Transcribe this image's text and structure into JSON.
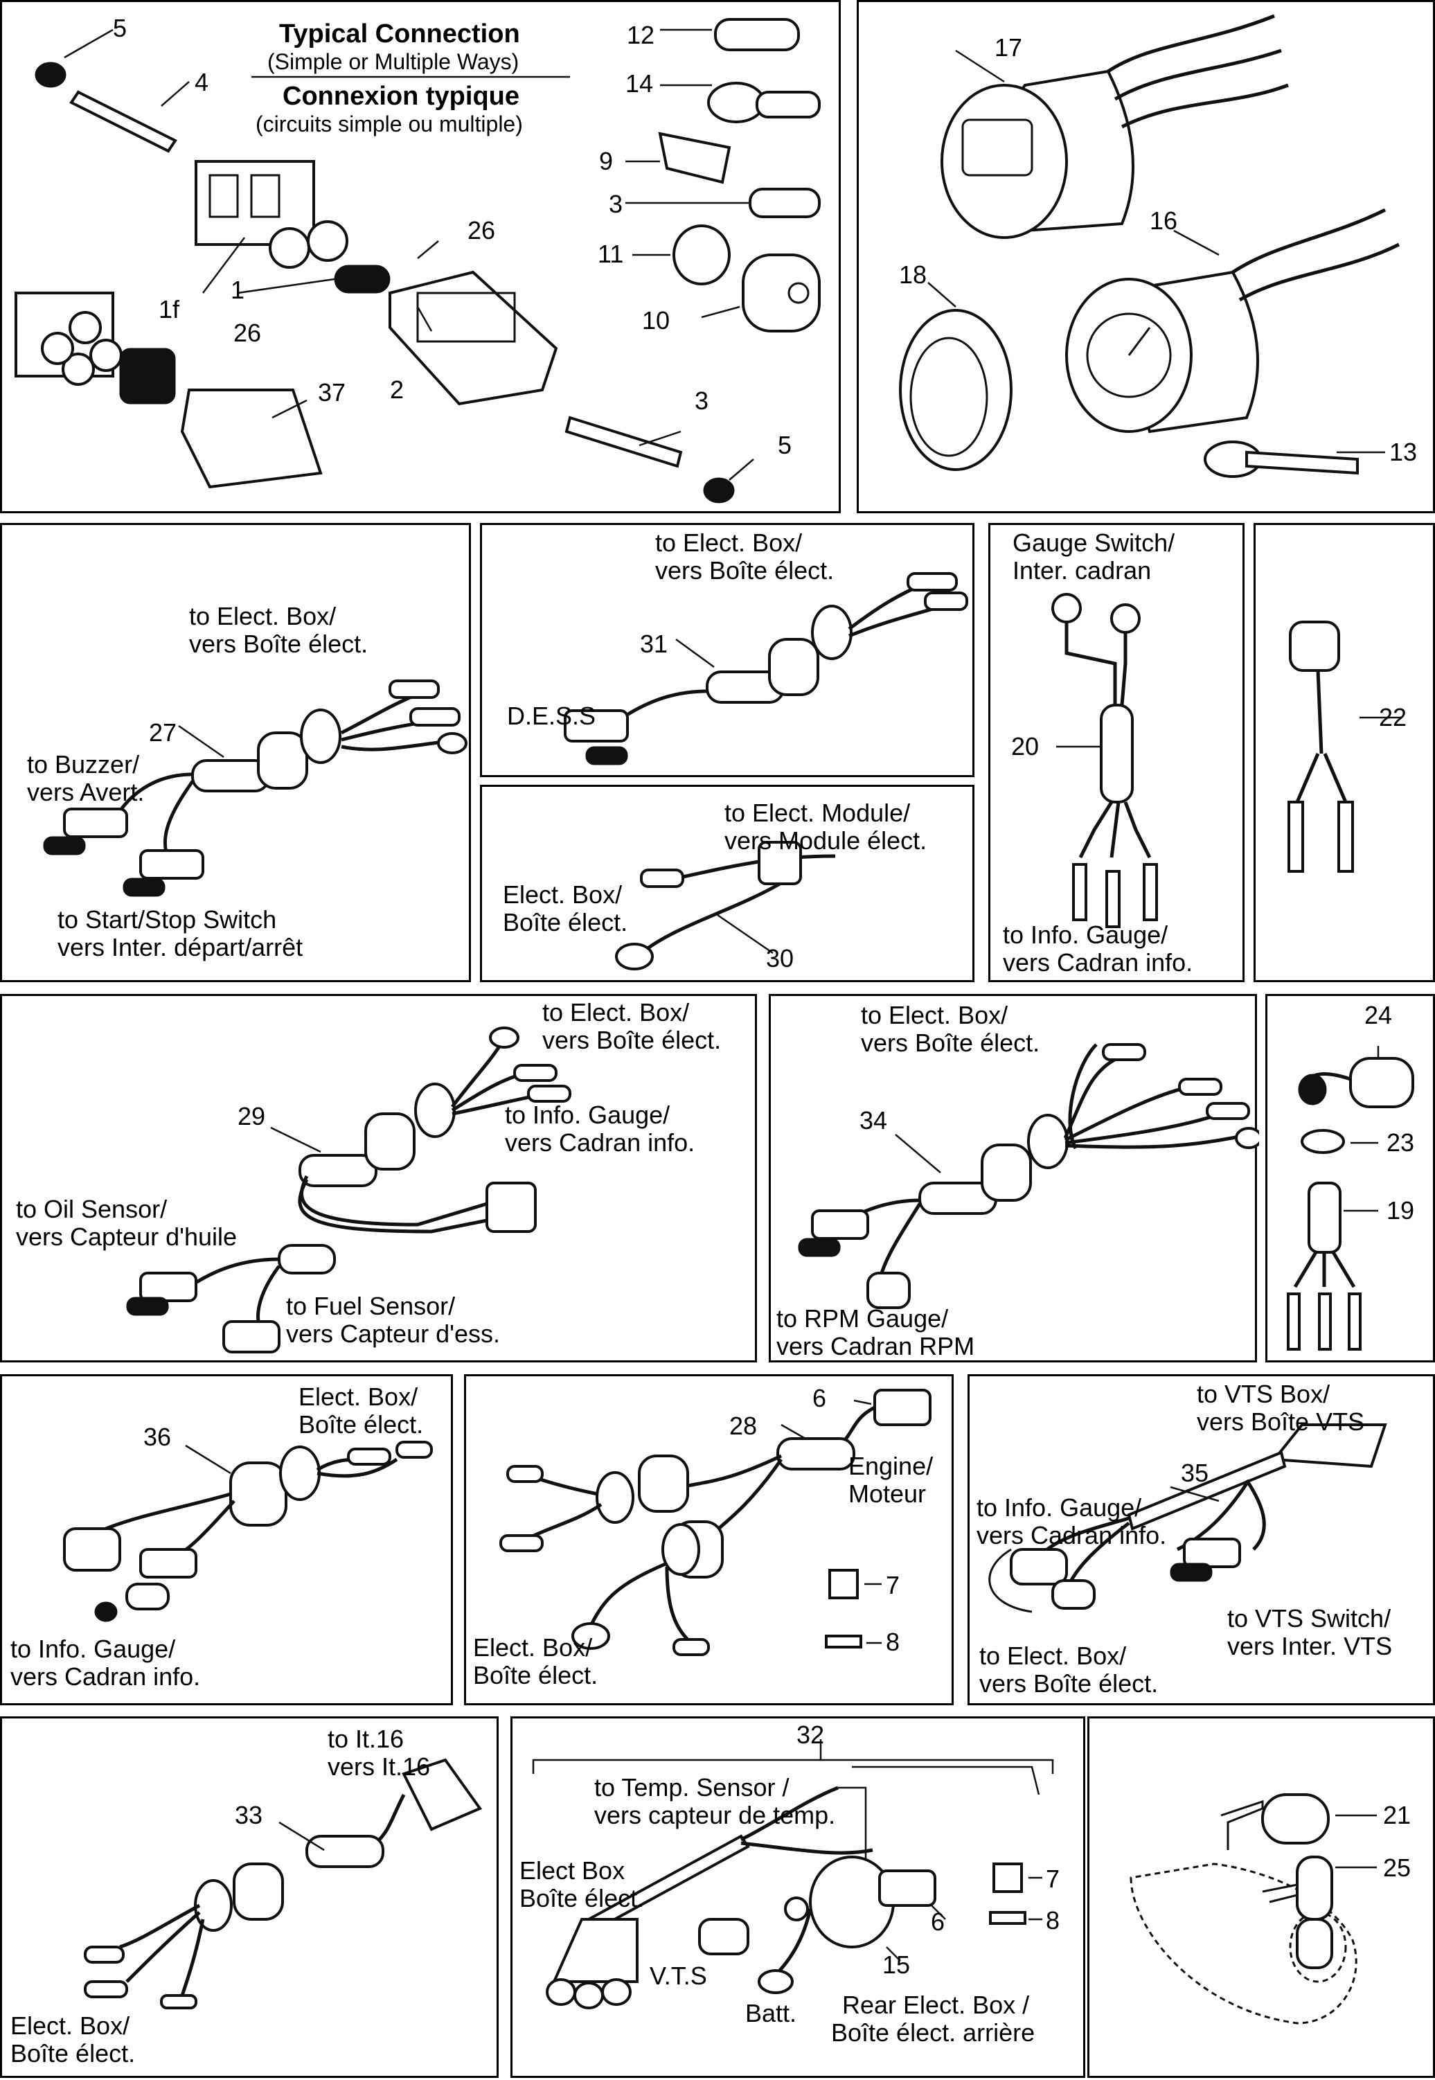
{
  "panel_typical": {
    "title_en": "Typical Connection",
    "subtitle_en": "(Simple or Multiple Ways)",
    "title_fr": "Connexion typique",
    "subtitle_fr": "(circuits simple ou multiple)",
    "callouts": [
      "5",
      "4",
      "1",
      "1f",
      "26",
      "26",
      "37",
      "2",
      "3",
      "5",
      "12",
      "14",
      "9",
      "3",
      "11",
      "10"
    ]
  },
  "panel_gauges": {
    "callouts": [
      "17",
      "16",
      "18",
      "13"
    ]
  },
  "panel_27": {
    "to_elect_box": [
      "to Elect. Box/",
      "vers Boîte élect."
    ],
    "to_buzzer": [
      "to Buzzer/",
      "vers Avert."
    ],
    "to_start_stop": [
      "to Start/Stop Switch",
      "vers Inter. départ/arrêt"
    ],
    "callout": "27"
  },
  "panel_31": {
    "to_elect_box": [
      "to Elect. Box/",
      "vers Boîte élect."
    ],
    "dess": "D.E.S.S",
    "callout": "31"
  },
  "panel_30": {
    "to_elect_module": [
      "to Elect. Module/",
      "vers Module élect."
    ],
    "elect_box": [
      "Elect. Box/",
      "Boîte élect."
    ],
    "callout": "30"
  },
  "panel_20": {
    "gauge_switch": [
      "Gauge Switch/",
      "Inter. cadran"
    ],
    "to_info_gauge": [
      "to Info. Gauge/",
      "vers Cadran info."
    ],
    "callout": "20"
  },
  "panel_22": {
    "callout": "22"
  },
  "panel_29": {
    "to_elect_box": [
      "to Elect. Box/",
      "vers Boîte élect."
    ],
    "to_info_gauge": [
      "to Info. Gauge/",
      "vers Cadran info."
    ],
    "to_oil_sensor": [
      "to Oil Sensor/",
      "vers Capteur d'huile"
    ],
    "to_fuel_sensor": [
      "to Fuel Sensor/",
      "vers Capteur d'ess."
    ],
    "callout": "29"
  },
  "panel_34": {
    "to_elect_box": [
      "to Elect. Box/",
      "vers Boîte élect."
    ],
    "to_rpm_gauge": [
      "to RPM Gauge/",
      "vers Cadran RPM"
    ],
    "callout": "34"
  },
  "panel_24": {
    "callouts": [
      "24",
      "23",
      "19"
    ]
  },
  "panel_36": {
    "elect_box": [
      "Elect. Box/",
      "Boîte élect."
    ],
    "to_info_gauge": [
      "to Info. Gauge/",
      "vers Cadran info."
    ],
    "callout": "36"
  },
  "panel_28": {
    "engine": [
      "Engine/",
      "Moteur"
    ],
    "elect_box": [
      "Elect. Box/",
      "Boîte élect."
    ],
    "callouts": [
      "6",
      "28",
      "7",
      "8"
    ]
  },
  "panel_35": {
    "to_vts_box": [
      "to VTS Box/",
      "vers Boîte VTS"
    ],
    "to_info_gauge": [
      "to Info. Gauge/",
      "vers Cadran info."
    ],
    "to_vts_switch": [
      "to VTS Switch/",
      "vers Inter. VTS"
    ],
    "to_elect_box": [
      "to Elect. Box/",
      "vers Boîte élect."
    ],
    "callout": "35"
  },
  "panel_33": {
    "to_it16": [
      "to It.16",
      "vers It.16"
    ],
    "elect_box": [
      "Elect. Box/",
      "Boîte élect."
    ],
    "callout": "33"
  },
  "panel_32": {
    "to_temp_sensor": [
      "to Temp. Sensor /",
      "vers capteur de temp."
    ],
    "elect_box": [
      "Elect Box",
      "Boîte élect."
    ],
    "vts": "V.T.S",
    "batt": "Batt.",
    "rear_elect_box": [
      "Rear Elect. Box /",
      "Boîte élect. arrière"
    ],
    "callouts": [
      "32",
      "7",
      "6",
      "8",
      "15"
    ]
  },
  "panel_21": {
    "callouts": [
      "21",
      "25"
    ]
  }
}
